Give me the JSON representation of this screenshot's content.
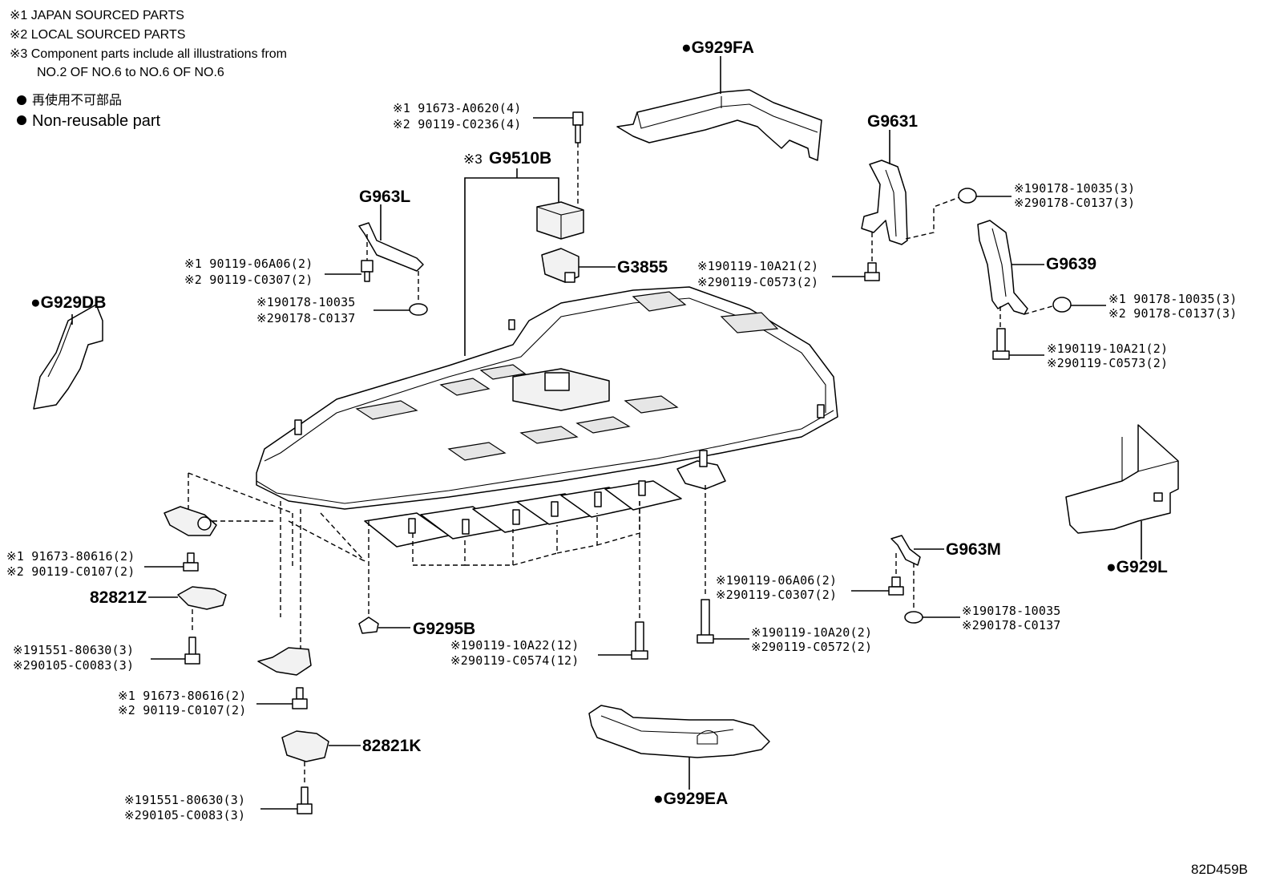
{
  "notes": {
    "n1": "※1 JAPAN SOURCED PARTS",
    "n2": "※2 LOCAL SOURCED PARTS",
    "n3a": "※3 Component parts include all illustrations from",
    "n3b": "NO.2 OF NO.6 to NO.6 OF NO.6",
    "legend_jp": "再使用不可部品",
    "legend_en": "Non-reusable part"
  },
  "codes": {
    "g929fa": "●G929FA",
    "g9631": "G9631",
    "g9510b_prefix": "※3",
    "g9510b": "G9510B",
    "g963l": "G963L",
    "g3855": "G3855",
    "g929db": "●G929DB",
    "g9639": "G9639",
    "g929l": "●G929L",
    "g963m": "G963M",
    "c82821z": "82821Z",
    "g9295b": "G9295B",
    "c82821k": "82821K",
    "g929ea": "●G929EA"
  },
  "part_numbers": {
    "a0620": "※1 91673-A0620(4)",
    "c0236": "※2 90119-C0236(4)",
    "l06a06": "※1 90119-06A06(2)",
    "lc0307": "※2 90119-C0307(2)",
    "l10035": "※190178-10035",
    "lc0137": "※290178-C0137",
    "m10a21": "※190119-10A21(2)",
    "mc0573": "※290119-C0573(2)",
    "r10035": "※190178-10035(3)",
    "rc0137": "※290178-C0137(3)",
    "r2_10035": "※1 90178-10035(3)",
    "r2_c0137": "※2 90178-C0137(3)",
    "r10a21": "※190119-10A21(2)",
    "rc0573": "※290119-C0573(2)",
    "z80616": "※1 91673-80616(2)",
    "zc0107": "※2 90119-C0107(2)",
    "s80630": "※191551-80630(3)",
    "sc0083": "※290105-C0083(3)",
    "k80616": "※1 91673-80616(2)",
    "kc0107": "※2 90119-C0107(2)",
    "k80630": "※191551-80630(3)",
    "kc0083": "※290105-C0083(3)",
    "b10a22": "※190119-10A22(12)",
    "bc0574": "※290119-C0574(12)",
    "m06a06": "※190119-06A06(2)",
    "mc0307": "※290119-C0307(2)",
    "m10a20": "※190119-10A20(2)",
    "mc0572": "※290119-C0572(2)",
    "m10035": "※190178-10035",
    "mc0137": "※290178-C0137"
  },
  "figure_id": "82D459B"
}
